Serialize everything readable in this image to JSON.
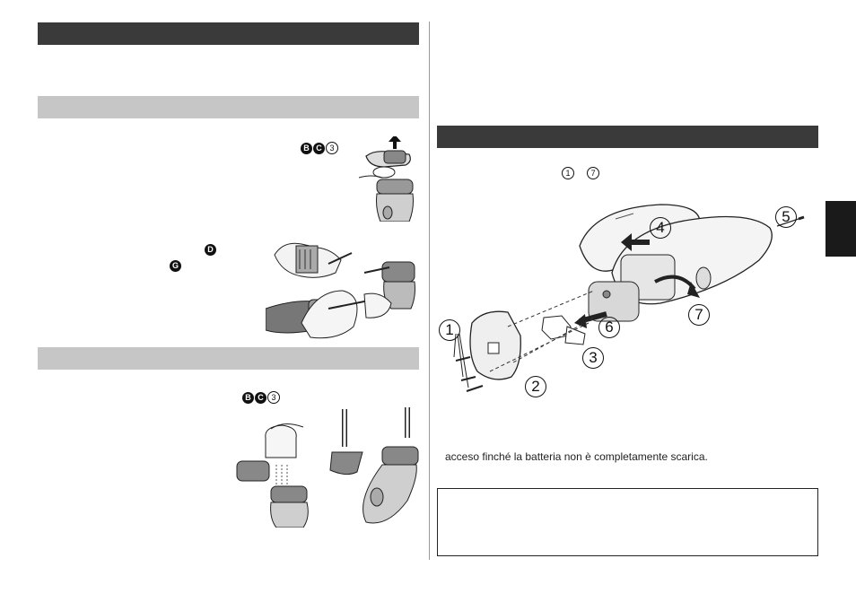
{
  "left": {
    "ref_badges": [
      "B",
      "C"
    ],
    "ref_circled": "3",
    "badge_d": "D",
    "badge_g": "G"
  },
  "right": {
    "step_range": {
      "from": "1",
      "to": "7"
    },
    "diagram_numbers": [
      "1",
      "2",
      "3",
      "4",
      "5",
      "6",
      "7"
    ],
    "body_text": "acceso finché la batteria non è completamente scarica."
  }
}
